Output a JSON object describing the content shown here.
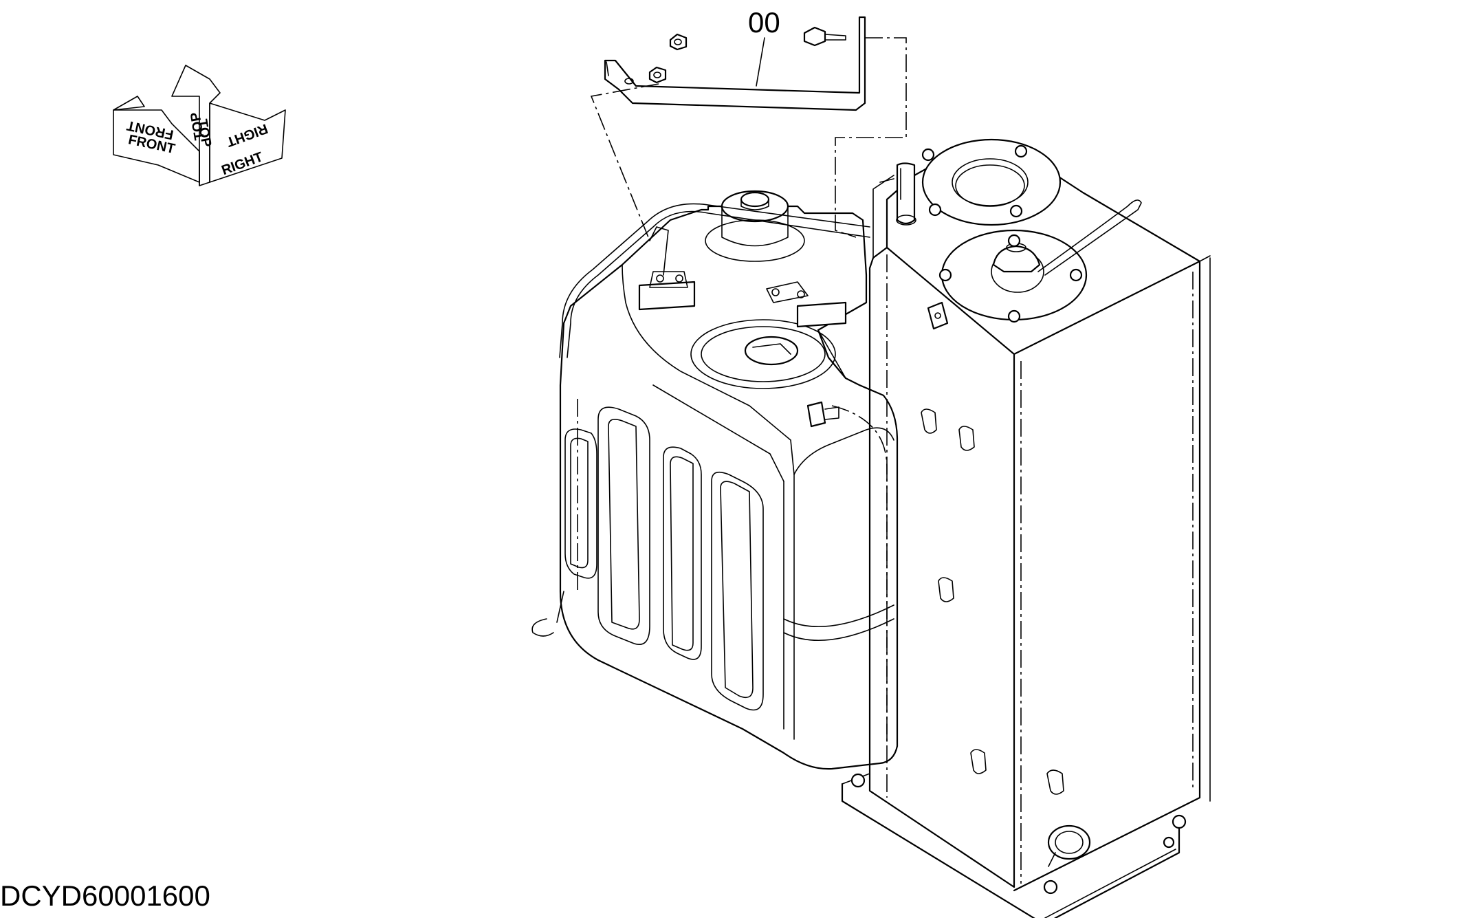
{
  "orientation": {
    "front": "FRONT",
    "top": "TOP",
    "right": "RIGHT",
    "front_mirror": "FRONT",
    "top_mirror": "TOP",
    "right_mirror": "RIGHT"
  },
  "callout": {
    "part_number": "00"
  },
  "drawing_code": "DCYD60001600"
}
